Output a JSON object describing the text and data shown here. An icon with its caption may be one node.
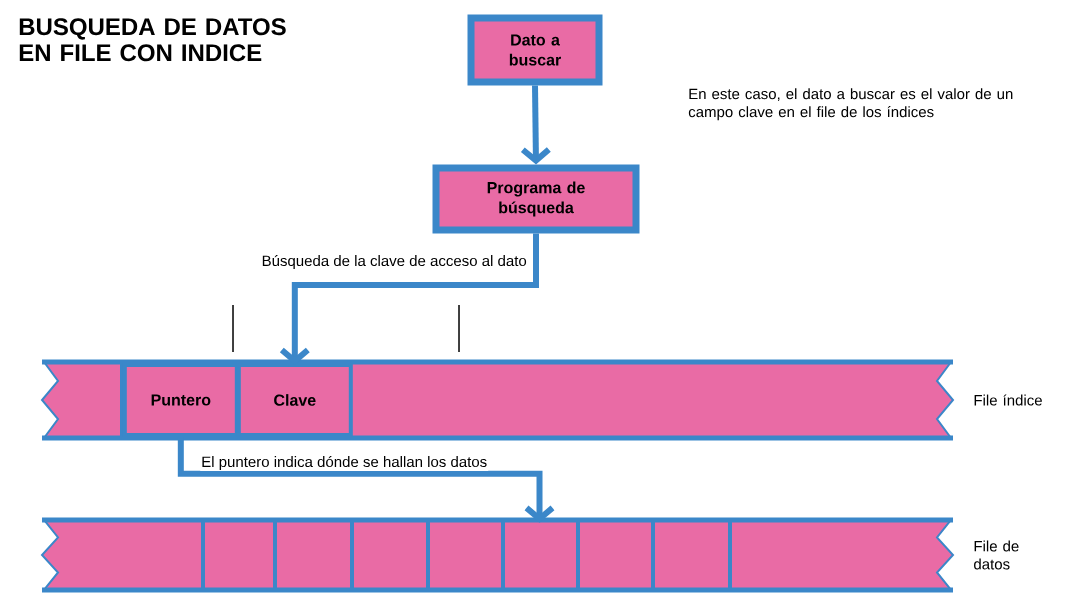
{
  "diagram": {
    "title": "BUSQUEDA DE DATOS EN FILE CON INDICE",
    "nodes": [
      {
        "text": [
          "Dato a buscar"
        ]
      },
      {
        "text": [
          "Programa de búsqueda"
        ]
      },
      {
        "text": [],
        "shape": "band",
        "beside": [
          "File índice"
        ]
      },
      {
        "text": [
          "Puntero"
        ],
        "in": 2
      },
      {
        "text": [
          "Clave"
        ],
        "in": 2
      },
      {
        "text": [],
        "shape": "band",
        "beside": [
          "File de datos"
        ]
      }
    ],
    "edges": [
      {
        "from": 0,
        "to": 1,
        "arrow": "to"
      },
      {
        "from": 1,
        "to": 4,
        "arrow": "to",
        "label": "Búsqueda de la clave de acceso al dato"
      },
      {
        "from": 3,
        "to": 5,
        "arrow": "to",
        "label": "El puntero indica dónde se hallan los datos"
      }
    ],
    "labels": [
      "En este caso, el dato a buscar es el valor de un campo clave en el file de los índices"
    ]
  }
}
